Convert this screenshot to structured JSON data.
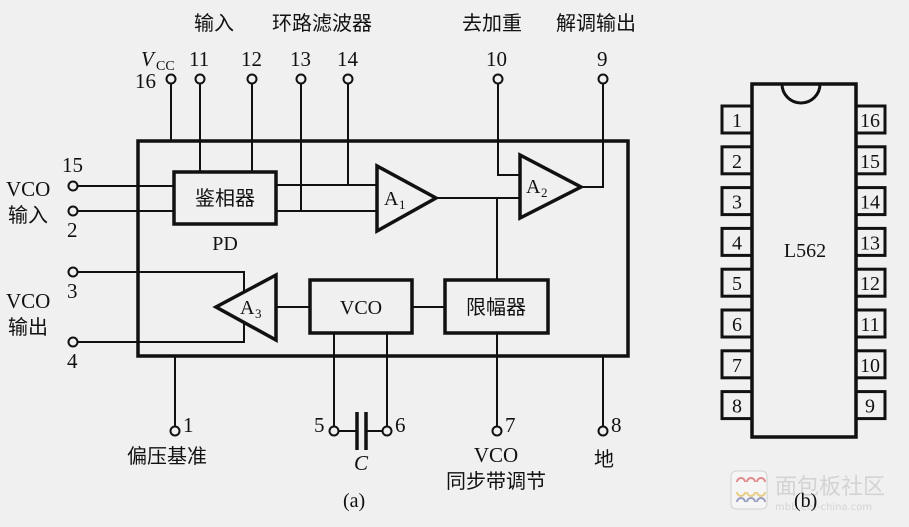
{
  "diagram_a": {
    "caption": "(a)",
    "top_labels": {
      "input": "输入",
      "loop_filter": "环路滤波器",
      "deemphasis": "去加重",
      "demod_output": "解调输出"
    },
    "vcc_label": "V",
    "vcc_sub": "CC",
    "pins": {
      "p1": "1",
      "p2": "2",
      "p3": "3",
      "p4": "4",
      "p5": "5",
      "p6": "6",
      "p7": "7",
      "p8": "8",
      "p9": "9",
      "p10": "10",
      "p11": "11",
      "p12": "12",
      "p13": "13",
      "p14": "14",
      "p15": "15",
      "p16": "16"
    },
    "left_labels": {
      "vco_in_1": "VCO",
      "vco_in_2": "输入",
      "vco_out_1": "VCO",
      "vco_out_2": "输出"
    },
    "blocks": {
      "phase_detector": "鉴相器",
      "phase_detector_abbr": "PD",
      "vco": "VCO",
      "limiter": "限幅器",
      "amp1": "A",
      "amp1_sub": "1",
      "amp2": "A",
      "amp2_sub": "2",
      "amp3": "A",
      "amp3_sub": "3"
    },
    "bottom_labels": {
      "bias_ref": "偏压基准",
      "capacitor": "C",
      "vco_sync_1": "VCO",
      "vco_sync_2": "同步带调节",
      "ground": "地"
    }
  },
  "diagram_b": {
    "caption": "(b)",
    "chip_name": "L562",
    "left_pins": [
      "1",
      "2",
      "3",
      "4",
      "5",
      "6",
      "7",
      "8"
    ],
    "right_pins": [
      "16",
      "15",
      "14",
      "13",
      "12",
      "11",
      "10",
      "9"
    ]
  },
  "watermark": {
    "text": "面包板社区",
    "subtext": "mbb.eet-china.com"
  }
}
